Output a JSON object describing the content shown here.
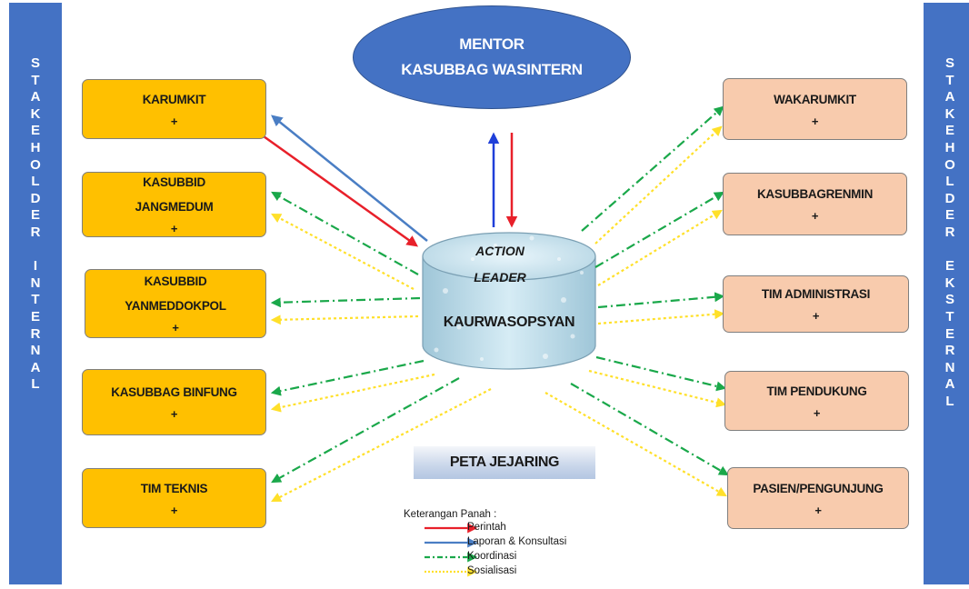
{
  "stakeholder_left": {
    "letters": [
      "S",
      "T",
      "A",
      "K",
      "E",
      "H",
      "O",
      "L",
      "D",
      "E",
      "R",
      " ",
      "I",
      "N",
      "T",
      "E",
      "R",
      "N",
      "A",
      "L"
    ],
    "color": "#4472c4"
  },
  "stakeholder_right": {
    "letters": [
      "S",
      "T",
      "A",
      "K",
      "E",
      "H",
      "O",
      "L",
      "D",
      "E",
      "R",
      " ",
      "E",
      "K",
      "S",
      "T",
      "E",
      "R",
      "N",
      "A",
      "L"
    ],
    "color": "#4472c4"
  },
  "mentor": {
    "line1": "MENTOR",
    "line2": "KASUBBAG WASINTERN"
  },
  "center": {
    "action": "ACTION",
    "leader": "LEADER",
    "name": "KAURWASOPSYAN"
  },
  "left_boxes": [
    {
      "lines": [
        "KARUMKIT"
      ],
      "plus": "+"
    },
    {
      "lines": [
        "KASUBBID",
        "JANGMEDUM"
      ],
      "plus": "+"
    },
    {
      "lines": [
        "KASUBBID",
        "YANMEDDOKPOL"
      ],
      "plus": "+"
    },
    {
      "lines": [
        "KASUBBAG  BINFUNG"
      ],
      "plus": "+"
    },
    {
      "lines": [
        "TIM  TEKNIS"
      ],
      "plus": "+"
    }
  ],
  "right_boxes": [
    {
      "lines": [
        "WAKARUMKIT"
      ],
      "plus": "+"
    },
    {
      "lines": [
        "KASUBBAGRENMIN"
      ],
      "plus": "+"
    },
    {
      "lines": [
        "TIM  ADMINISTRASI"
      ],
      "plus": "+"
    },
    {
      "lines": [
        "TIM  PENDUKUNG"
      ],
      "plus": "+"
    },
    {
      "lines": [
        "PASIEN/PENGUNJUNG"
      ],
      "plus": "+"
    }
  ],
  "title": "PETA JEJARING",
  "legend": {
    "title": "Keterangan  Panah :",
    "items": [
      {
        "label": "Perintah",
        "style": "solid",
        "color": "#e8202a"
      },
      {
        "label": "Laporan  & Konsultasi",
        "style": "solid",
        "color": "#4a7ec4"
      },
      {
        "label": "Koordinasi",
        "style": "dashdot",
        "color": "#1aa84a"
      },
      {
        "label": "Sosialisasi",
        "style": "dotted",
        "color": "#ffe02a"
      }
    ]
  },
  "colors": {
    "perintah": "#e8202a",
    "laporan": "#4a7ec4",
    "koordinasi": "#1aa84a",
    "sosialisasi": "#ffe02a",
    "left_box": "#ffc000",
    "right_box": "#f8cbad"
  }
}
